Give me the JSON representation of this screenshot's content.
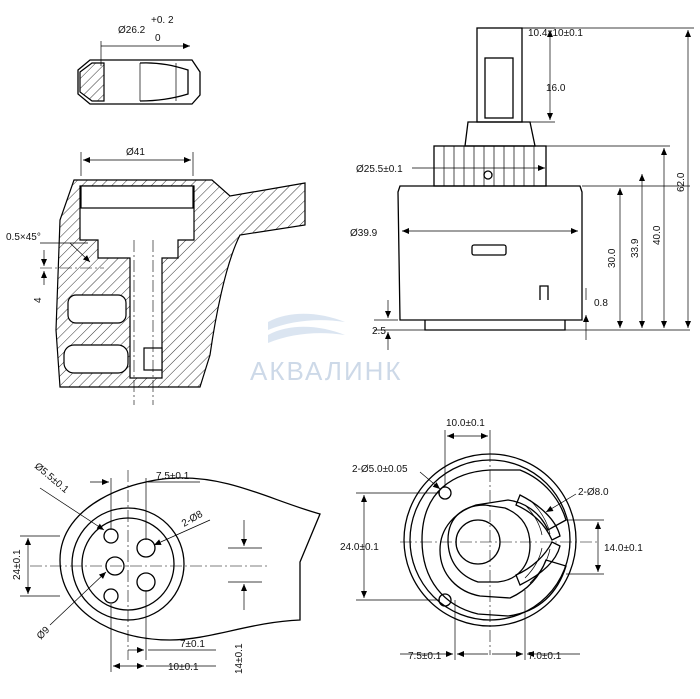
{
  "dimensions": {
    "top_left": {
      "bore": "Ø26.2",
      "tol_upper": "+0. 2",
      "tol_lower": "0"
    },
    "section": {
      "bore": "Ø41",
      "chamfer": "0.5×45°",
      "depth": "4"
    },
    "cartridge": {
      "stem": "10.4x10±0.1",
      "stem_len": "16.0",
      "head": "Ø25.5±0.1",
      "body": "Ø39.9",
      "h30": "30.0",
      "h339": "33.9",
      "h40": "40.0",
      "h62": "62.0",
      "d08": "0.8",
      "d25": "2.5"
    },
    "bottom_left": {
      "holes": "Ø5.5±0.1",
      "pitch_small": "7.5±0.1",
      "pins": "2-Ø8",
      "height": "24±0.1",
      "bore": "Ø9",
      "pitch7": "7±0.1",
      "pitch10": "10±0.1",
      "height14": "14±0.1"
    },
    "bottom_right": {
      "top": "10.0±0.1",
      "holes": "2-Ø5.0±0.05",
      "ports": "2-Ø8.0",
      "height24": "24.0±0.1",
      "height14": "14.0±0.1",
      "bot75": "7.5±0.1",
      "bot70": "7.0±0.1"
    }
  },
  "watermark": "АКВАЛИНК"
}
